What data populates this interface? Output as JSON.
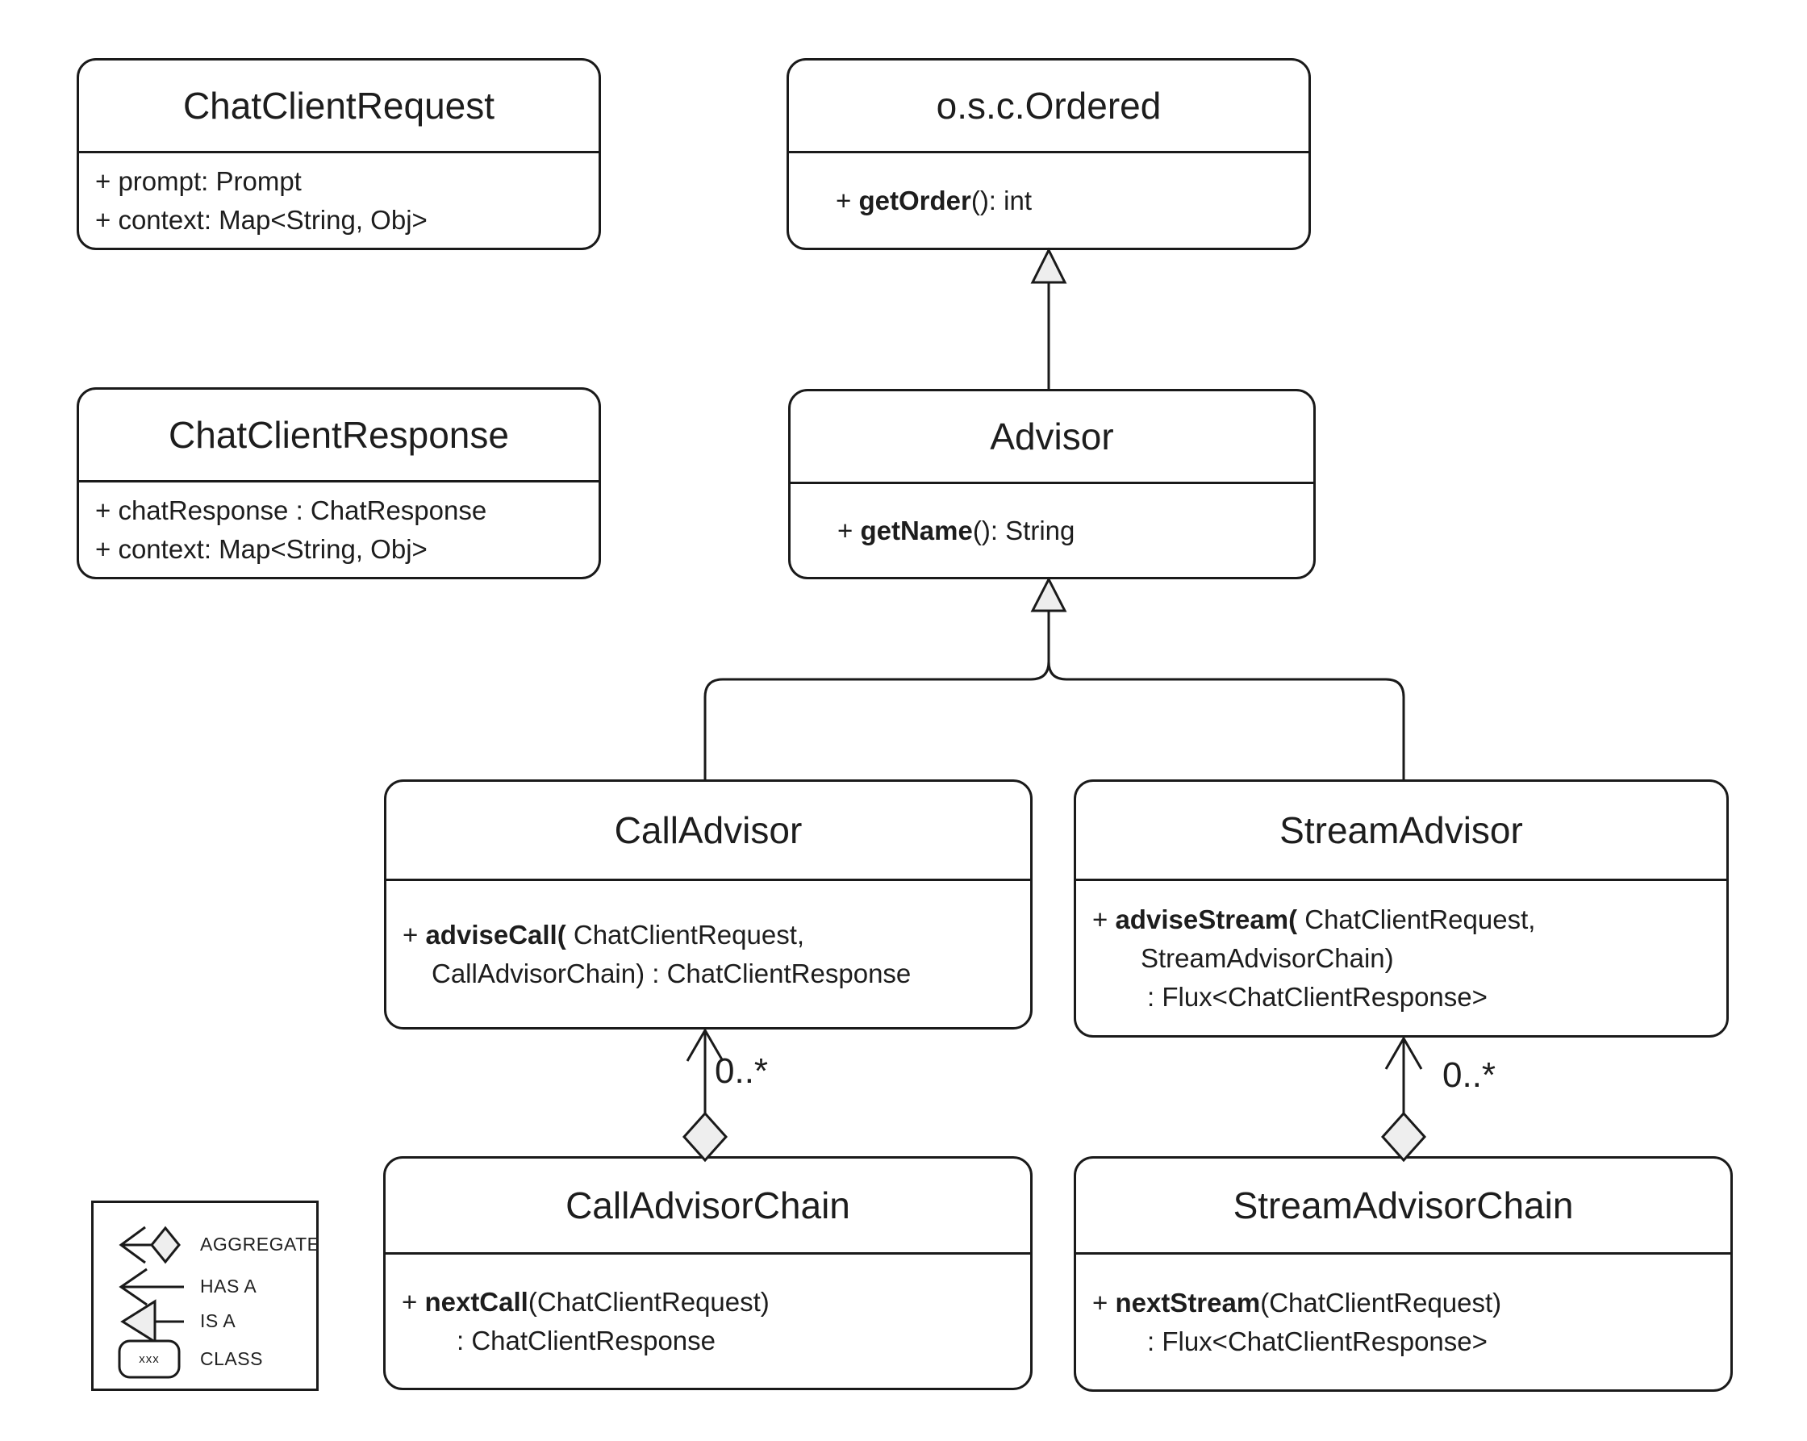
{
  "colors": {
    "stroke": "#1a1a1a",
    "shape_fill": "#eeeeee",
    "background": "#ffffff",
    "text": "#1d1d1d"
  },
  "classes": {
    "chatClientRequest": {
      "title": "ChatClientRequest",
      "members": [
        {
          "pre": "",
          "bold": "",
          "post": "+ prompt: Prompt"
        },
        {
          "pre": "",
          "bold": "",
          "post": "+ context: Map<String, Obj>"
        }
      ]
    },
    "ordered": {
      "title": "o.s.c.Ordered",
      "members": [
        {
          "pre": "+ ",
          "bold": "getOrder",
          "post": "(): int"
        }
      ]
    },
    "chatClientResponse": {
      "title": "ChatClientResponse",
      "members": [
        {
          "pre": "",
          "bold": "",
          "post": "+ chatResponse : ChatResponse"
        },
        {
          "pre": "",
          "bold": "",
          "post": "+ context: Map<String, Obj>"
        }
      ]
    },
    "advisor": {
      "title": "Advisor",
      "members": [
        {
          "pre": "+ ",
          "bold": "getName",
          "post": "(): String"
        }
      ]
    },
    "callAdvisor": {
      "title": "CallAdvisor",
      "members": [
        {
          "pre": "+ ",
          "bold": "adviseCall(",
          "post": " ChatClientRequest,"
        },
        {
          "pre": "",
          "bold": "",
          "post": "CallAdvisorChain) : ChatClientResponse"
        }
      ]
    },
    "streamAdvisor": {
      "title": "StreamAdvisor",
      "members": [
        {
          "pre": "+ ",
          "bold": "adviseStream(",
          "post": " ChatClientRequest,"
        },
        {
          "pre": "",
          "bold": "",
          "post": "StreamAdvisorChain)"
        },
        {
          "pre": "",
          "bold": "",
          "post": ": Flux<ChatClientResponse>"
        }
      ]
    },
    "callAdvisorChain": {
      "title": "CallAdvisorChain",
      "members": [
        {
          "pre": "+ ",
          "bold": "nextCall",
          "post": "(ChatClientRequest)"
        },
        {
          "pre": "",
          "bold": "",
          "post": ": ChatClientResponse"
        }
      ]
    },
    "streamAdvisorChain": {
      "title": "StreamAdvisorChain",
      "members": [
        {
          "pre": "+ ",
          "bold": "nextStream",
          "post": "(ChatClientRequest)"
        },
        {
          "pre": "",
          "bold": "",
          "post": ": Flux<ChatClientResponse>"
        }
      ]
    }
  },
  "relationships": {
    "call_aggregation_multiplicity": "0..*",
    "stream_aggregation_multiplicity": "0..*"
  },
  "legend": {
    "aggregate": "AGGREGATE",
    "has_a": "HAS A",
    "is_a": "IS A",
    "class": "CLASS",
    "class_sample": "xxx"
  }
}
